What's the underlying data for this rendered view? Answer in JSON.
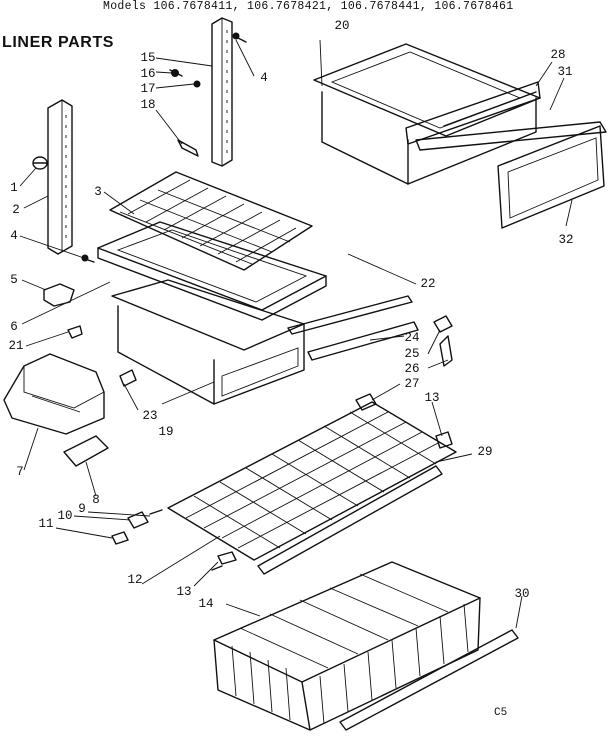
{
  "header": {
    "models": "Models 106.7678411, 106.7678421, 106.7678441, 106.7678461",
    "section_title": "LINER PARTS",
    "diagram_code": "C5"
  },
  "callouts": [
    "1",
    "2",
    "3",
    "4",
    "4",
    "5",
    "6",
    "7",
    "8",
    "9",
    "10",
    "11",
    "12",
    "13",
    "13",
    "14",
    "15",
    "16",
    "17",
    "18",
    "19",
    "20",
    "21",
    "22",
    "23",
    "24",
    "25",
    "26",
    "27",
    "28",
    "29",
    "30",
    "31",
    "32"
  ],
  "colors": {
    "ink": "#111111",
    "paper": "#ffffff"
  }
}
